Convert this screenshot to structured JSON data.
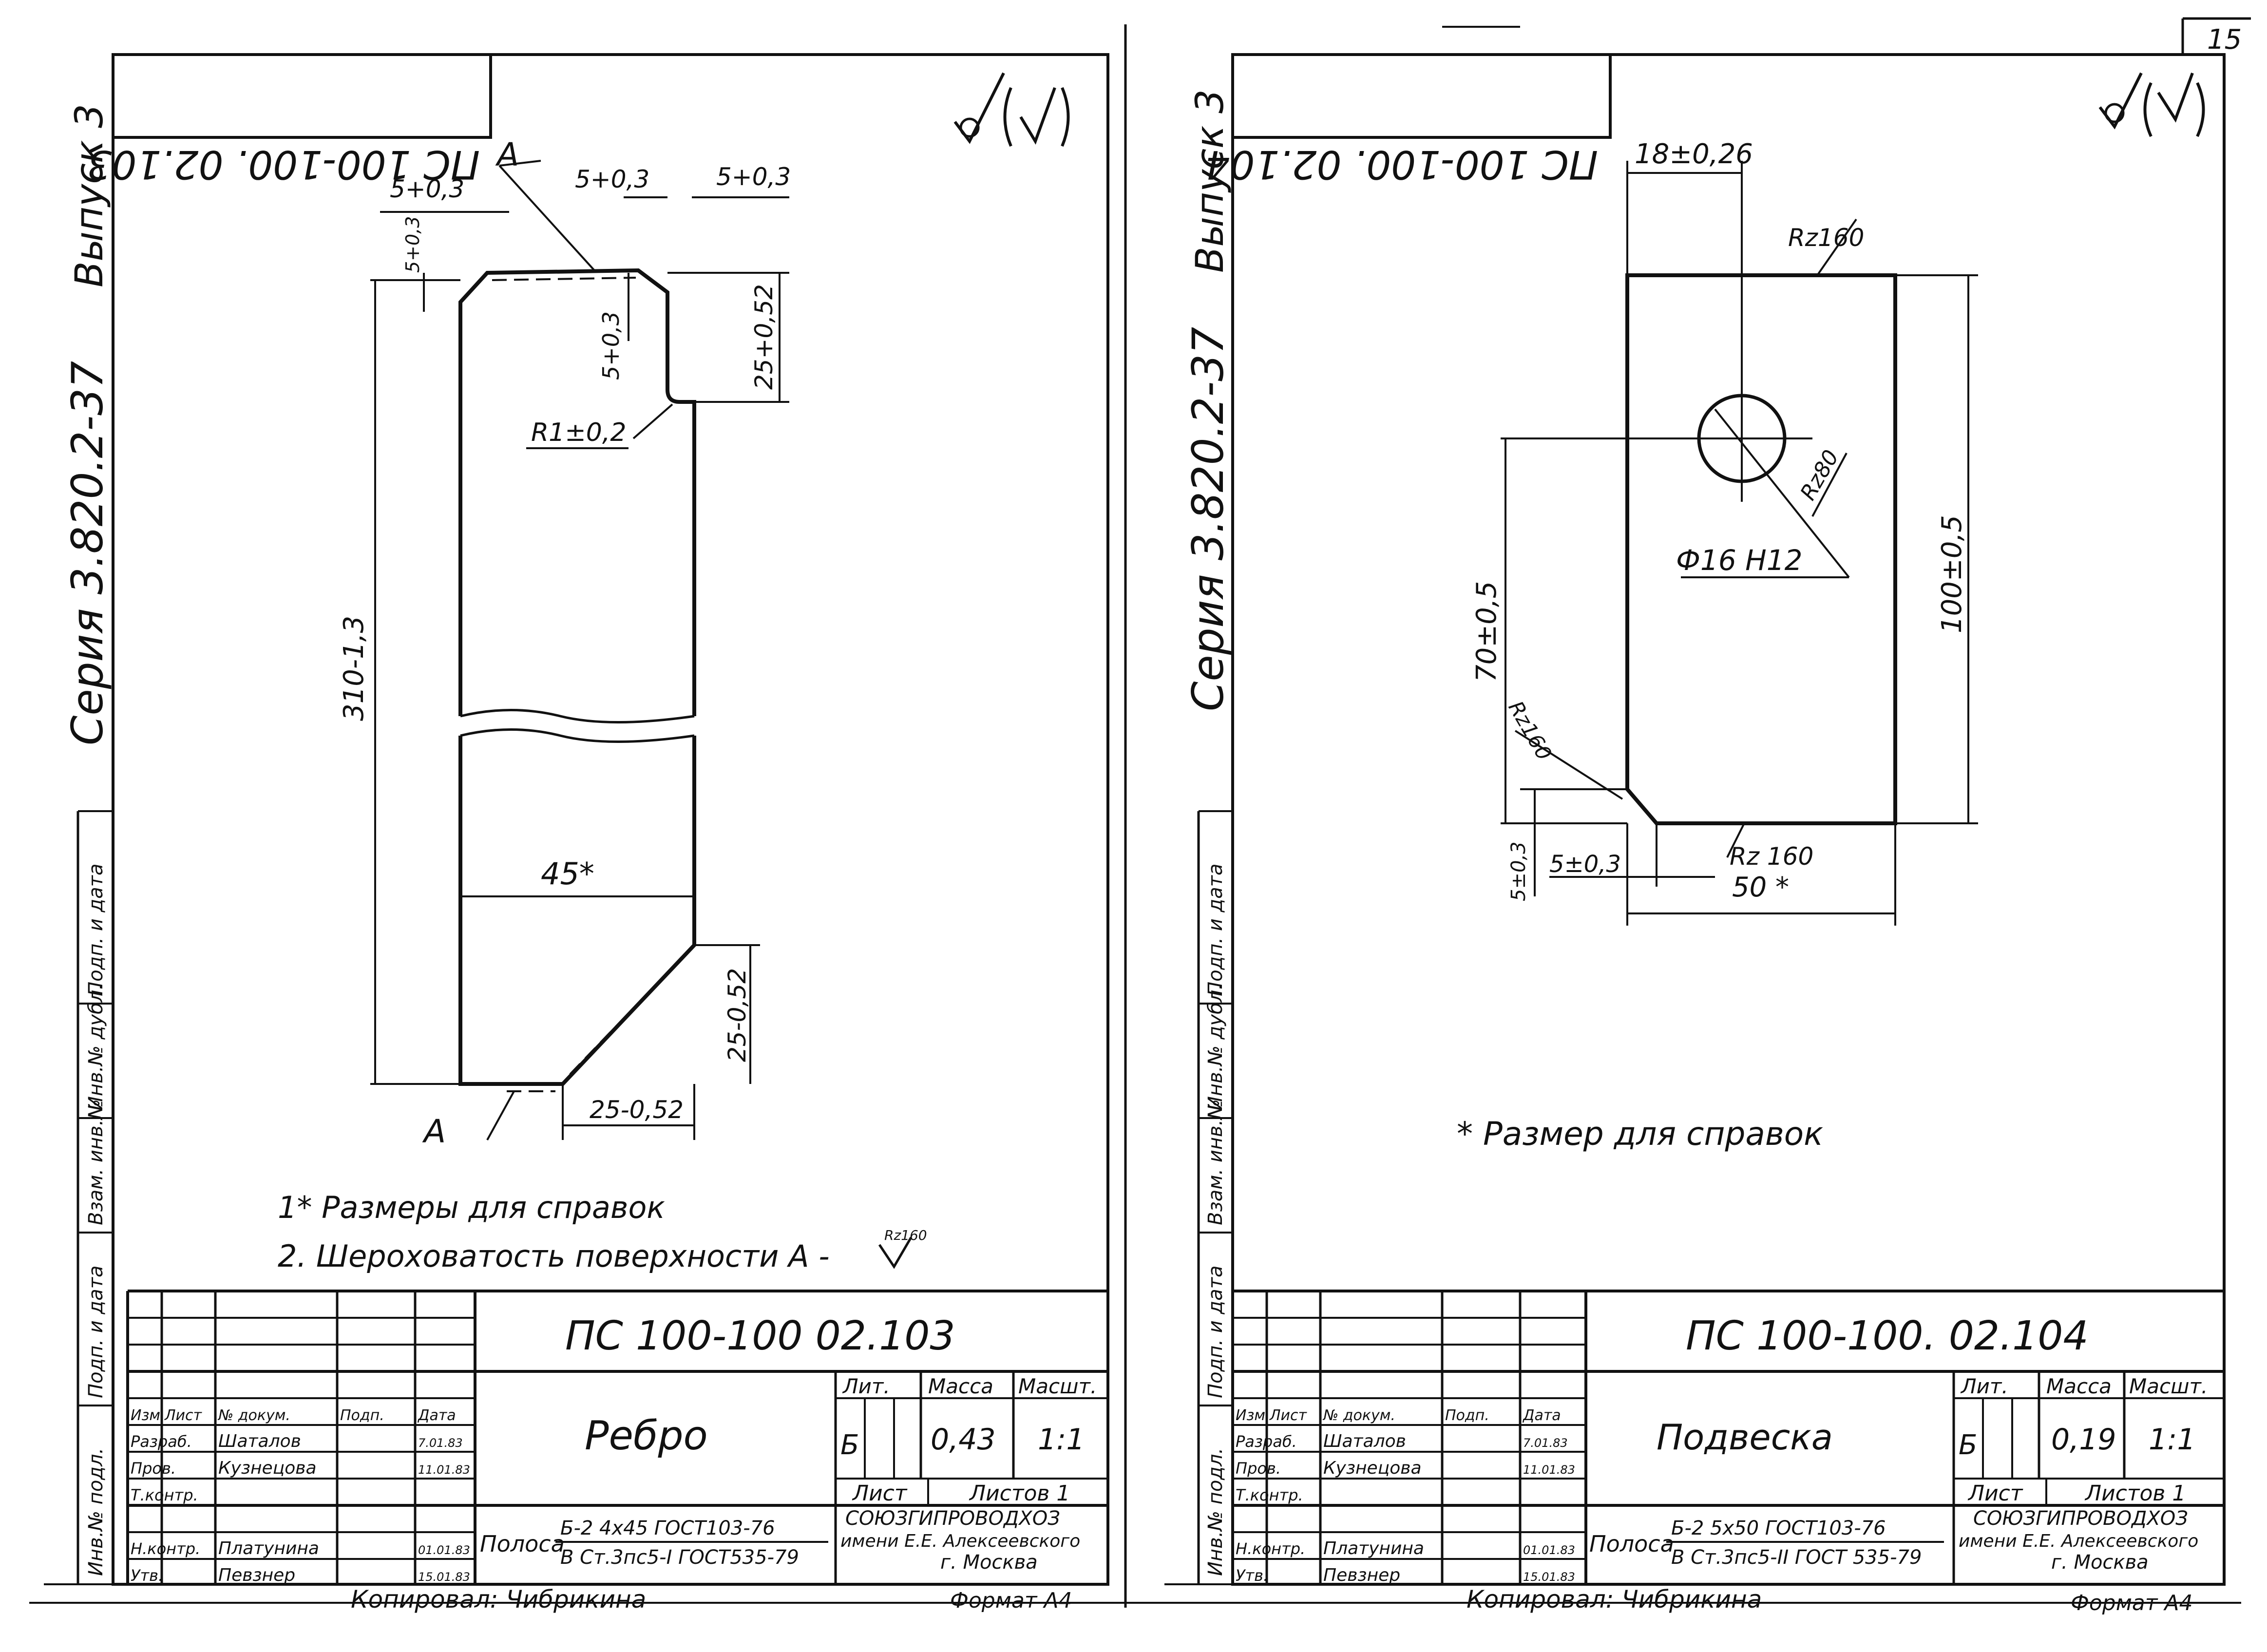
{
  "page_number": "15",
  "left": {
    "doc_code_mirrored": "ПС 100-100. 02.103",
    "side_series": "Серия 3.820.2-37",
    "side_issue": "Выпуск 3",
    "side_stamps": [
      "Инв.№ подл.",
      "Подп. и дата",
      "Взам. инв.№",
      "Инв.№ дубл.",
      "Подп. и дата"
    ],
    "dims": {
      "a_top": "А",
      "a_bottom": "А",
      "d1": "5+0,3",
      "d2": "5+0,3",
      "d3": "5+0,3",
      "d4": "5+0,3",
      "d5": "5+0,3",
      "d6": "25+0,52",
      "r": "R1±0,2",
      "length": "310-1,3",
      "width": "45*",
      "d7": "25-0,52",
      "d8": "25-0,52"
    },
    "notes": [
      "1* Размеры для справок",
      "2. Шероховатость поверхности А -"
    ],
    "note_rz": "Rz160",
    "title_block": {
      "doc_code": "ПС 100-100 02.103",
      "name": "Ребро",
      "lit_label": "Лит.",
      "mass_label": "Масса",
      "scale_label": "Масшт.",
      "lit": "Б",
      "mass": "0,43",
      "scale": "1:1",
      "sheet_label": "Лист",
      "sheets_label": "Листов 1",
      "material_prefix": "Полоса",
      "material_top": "Б-2 4х45 ГОСТ103-76",
      "material_bottom": "В Ст.3пс5-I ГОСТ535-79",
      "org": [
        "СОЮЗГИПРОВОДХОЗ",
        "имени Е.Е. Алексеевского",
        "г. Москва"
      ],
      "headers": [
        "Изм.",
        "Лист",
        "№ докум.",
        "Подп.",
        "Дата"
      ],
      "rows": [
        {
          "role": "Разраб.",
          "name": "Шаталов",
          "date": "7.01.83"
        },
        {
          "role": "Пров.",
          "name": "Кузнецова",
          "date": "11.01.83"
        },
        {
          "role": "Т.контр.",
          "name": "",
          "date": ""
        },
        {
          "role": "Н.контр.",
          "name": "Платунина",
          "date": "01.01.83"
        },
        {
          "role": "Утв.",
          "name": "Певзнер",
          "date": "15.01.83"
        }
      ]
    },
    "footer_copied": "Копировал: Чибрикина",
    "footer_format": "Формат А4"
  },
  "right": {
    "doc_code_mirrored": "ПС 100-100. 02.104",
    "side_series": "Серия 3.820.2-37",
    "side_issue": "Выпуск 3",
    "side_stamps": [
      "Инв.№ подл.",
      "Подп. и дата",
      "Взам. инв.№",
      "Инв.№ дубл.",
      "Подп. и дата"
    ],
    "dims": {
      "top_width": "18±0,26",
      "rz_top": "Rz160",
      "rz_hole": "Rz80",
      "hole": "Ф16 Н12",
      "height": "100±0,5",
      "hole_pos": "70±0,5",
      "rz_corner": "Rz160",
      "d1": "5±0,3",
      "d2": "5±0,3",
      "rz_bottom": "Rz 160",
      "width": "50 *"
    },
    "note": "* Размер для справок",
    "title_block": {
      "doc_code": "ПС 100-100. 02.104",
      "name": "Подвеска",
      "lit_label": "Лит.",
      "mass_label": "Масса",
      "scale_label": "Масшт.",
      "lit": "Б",
      "mass": "0,19",
      "scale": "1:1",
      "sheet_label": "Лист",
      "sheets_label": "Листов 1",
      "material_prefix": "Полоса",
      "material_top": "Б-2 5х50 ГОСТ103-76",
      "material_bottom": "В Ст.3пс5-II ГОСТ 535-79",
      "org": [
        "СОЮЗГИПРОВОДХОЗ",
        "имени Е.Е. Алексеевского",
        "г. Москва"
      ],
      "headers": [
        "Изм.",
        "Лист",
        "№ докум.",
        "Подп.",
        "Дата"
      ],
      "rows": [
        {
          "role": "Разраб.",
          "name": "Шаталов",
          "date": "7.01.83"
        },
        {
          "role": "Пров.",
          "name": "Кузнецова",
          "date": "11.01.83"
        },
        {
          "role": "Т.контр.",
          "name": "",
          "date": ""
        },
        {
          "role": "Н.контр.",
          "name": "Платунина",
          "date": "01.01.83"
        },
        {
          "role": "Утв.",
          "name": "Певзнер",
          "date": "15.01.83"
        }
      ]
    },
    "footer_copied": "Копировал: Чибрикина",
    "footer_format": "Формат А4"
  }
}
